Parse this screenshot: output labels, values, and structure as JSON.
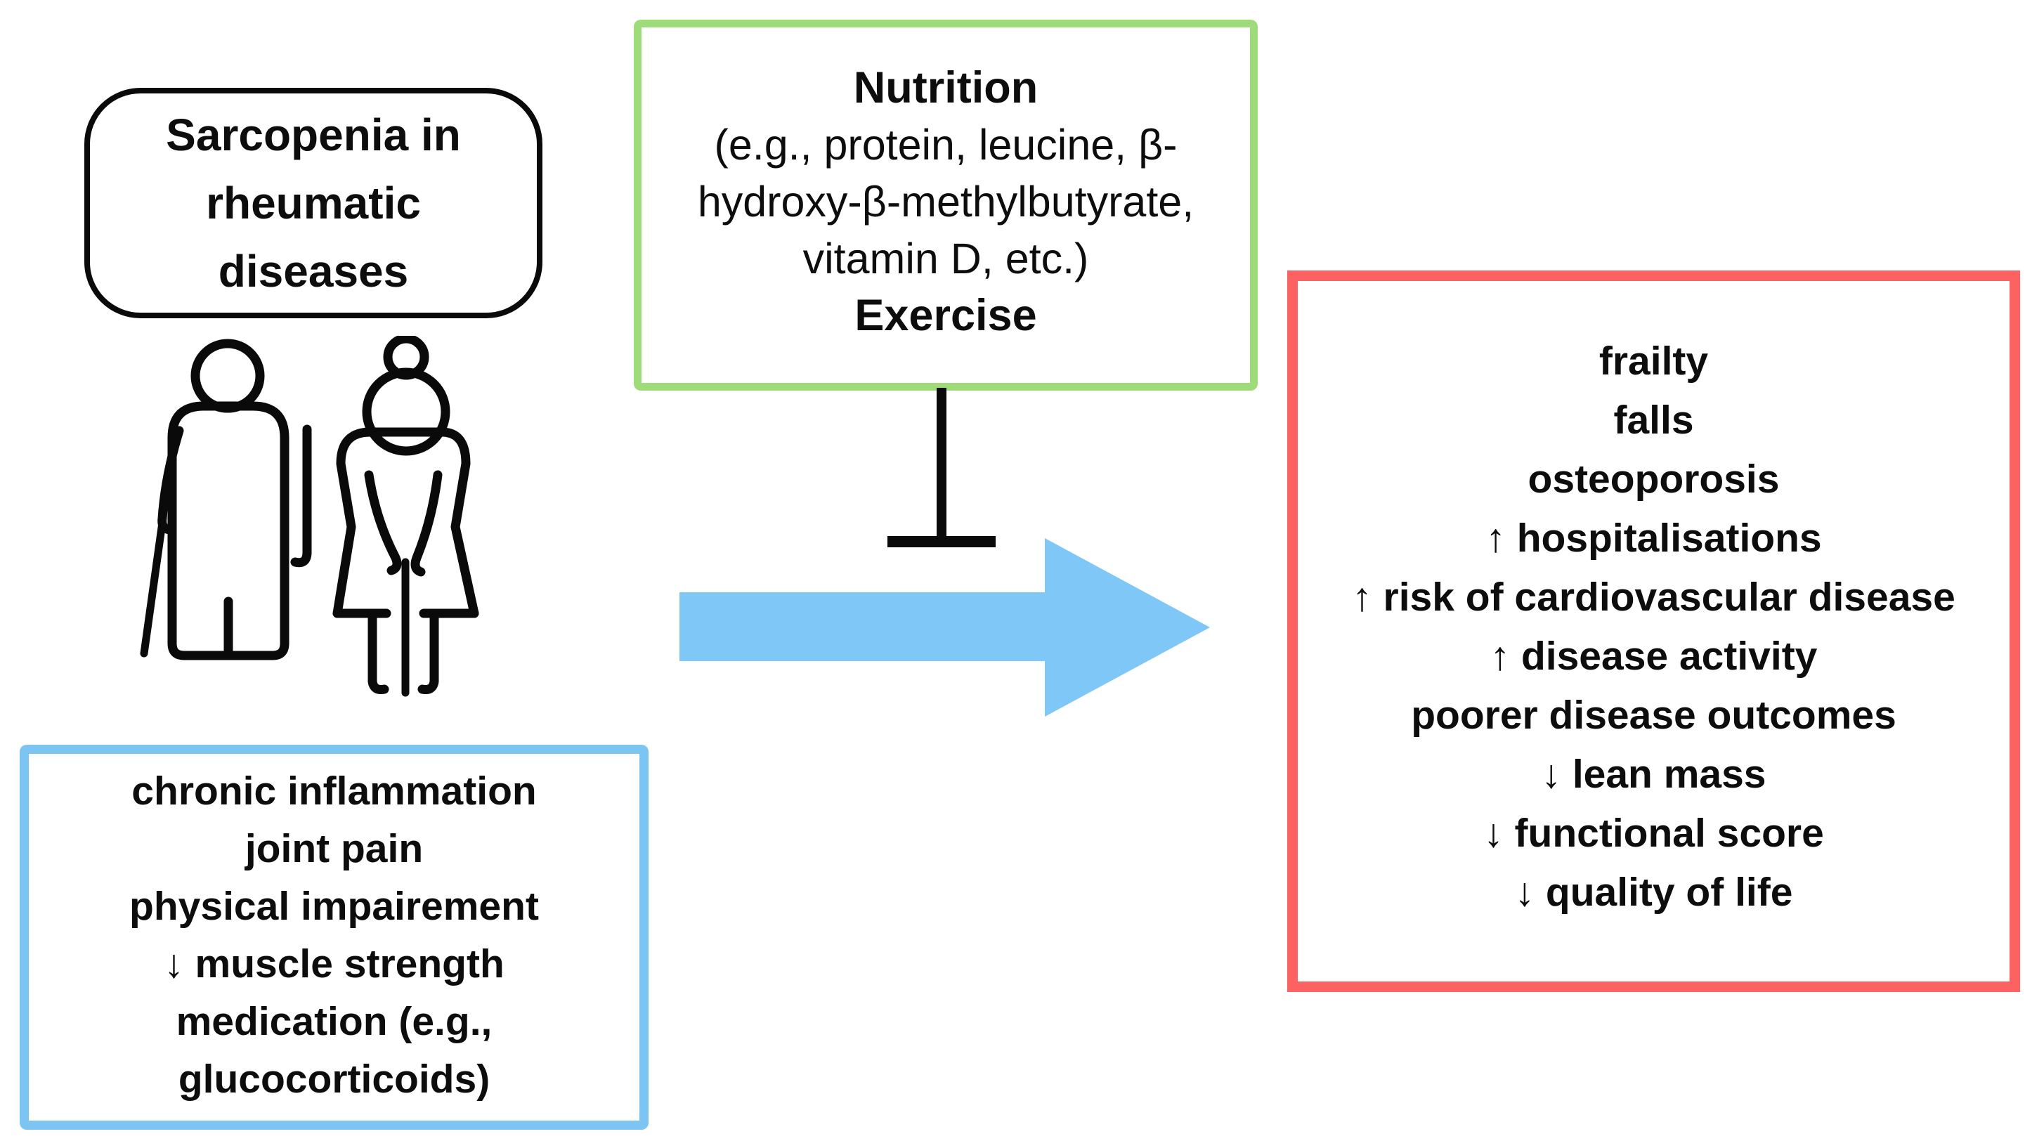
{
  "title_box": {
    "lines": [
      "Sarcopenia in",
      "rheumatic",
      "diseases"
    ]
  },
  "intervention_box": {
    "lines": [
      "Nutrition",
      "(e.g., protein, leucine, β-",
      "hydroxy-β-methylbutyrate,",
      "vitamin D, etc.)",
      "Exercise"
    ],
    "border_color": "#9ddc78"
  },
  "causes_box": {
    "lines": [
      "chronic inflammation",
      "joint pain",
      "physical impairement",
      "↓ muscle strength",
      "medication (e.g.,",
      "glucocorticoids)"
    ],
    "border_color": "#7cc4f2"
  },
  "outcomes_box": {
    "lines": [
      "frailty",
      "falls",
      "osteoporosis",
      "↑ hospitalisations",
      "↑ risk of cardiovascular disease",
      "↑ disease activity",
      "poorer disease outcomes",
      "↓ lean mass",
      "↓ functional score",
      "↓ quality of life"
    ],
    "border_color": "#fc6262"
  },
  "connectors": {
    "arrow_color": "#7ec7f7",
    "inhibitor_color": "#0a0a0a"
  },
  "icons": {
    "elderly_couple": "elderly-couple-icon"
  }
}
